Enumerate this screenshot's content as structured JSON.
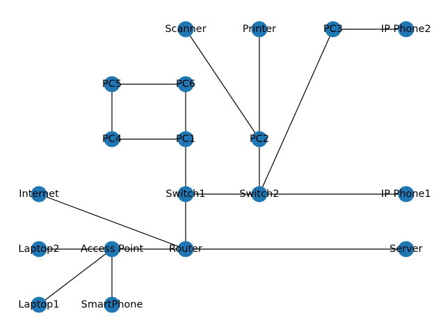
{
  "graph": {
    "node_color": "#1f77b4",
    "edge_color": "#000000",
    "nodes": [
      {
        "id": "Scanner",
        "label": "Scanner"
      },
      {
        "id": "Printer",
        "label": "Printer"
      },
      {
        "id": "PC3",
        "label": "PC3"
      },
      {
        "id": "IP Phone2",
        "label": "IP Phone2"
      },
      {
        "id": "PC5",
        "label": "PC5"
      },
      {
        "id": "PC6",
        "label": "PC6"
      },
      {
        "id": "PC4",
        "label": "PC4"
      },
      {
        "id": "PC1",
        "label": "PC1"
      },
      {
        "id": "PC2",
        "label": "PC2"
      },
      {
        "id": "Internet",
        "label": "Internet"
      },
      {
        "id": "Switch1",
        "label": "Switch1"
      },
      {
        "id": "Switch2",
        "label": "Switch2"
      },
      {
        "id": "IP Phone1",
        "label": "IP Phone1"
      },
      {
        "id": "Laptop2",
        "label": "Laptop2"
      },
      {
        "id": "Access Point",
        "label": "Access Point"
      },
      {
        "id": "Router",
        "label": "Router"
      },
      {
        "id": "Server",
        "label": "Server"
      },
      {
        "id": "Laptop1",
        "label": "Laptop1"
      },
      {
        "id": "SmartPhone",
        "label": "SmartPhone"
      }
    ],
    "edges": [
      [
        "Scanner",
        "PC2"
      ],
      [
        "Printer",
        "PC2"
      ],
      [
        "PC3",
        "IP Phone2"
      ],
      [
        "PC3",
        "Switch2"
      ],
      [
        "PC5",
        "PC6"
      ],
      [
        "PC5",
        "PC4"
      ],
      [
        "PC6",
        "PC1"
      ],
      [
        "PC4",
        "PC1"
      ],
      [
        "PC1",
        "Switch1"
      ],
      [
        "PC2",
        "Switch2"
      ],
      [
        "Internet",
        "Router"
      ],
      [
        "Switch1",
        "Switch2"
      ],
      [
        "Switch2",
        "IP Phone1"
      ],
      [
        "Switch1",
        "Router"
      ],
      [
        "Laptop2",
        "Access Point"
      ],
      [
        "Access Point",
        "Router"
      ],
      [
        "Router",
        "Server"
      ],
      [
        "Access Point",
        "Laptop1"
      ],
      [
        "Access Point",
        "SmartPhone"
      ]
    ]
  }
}
